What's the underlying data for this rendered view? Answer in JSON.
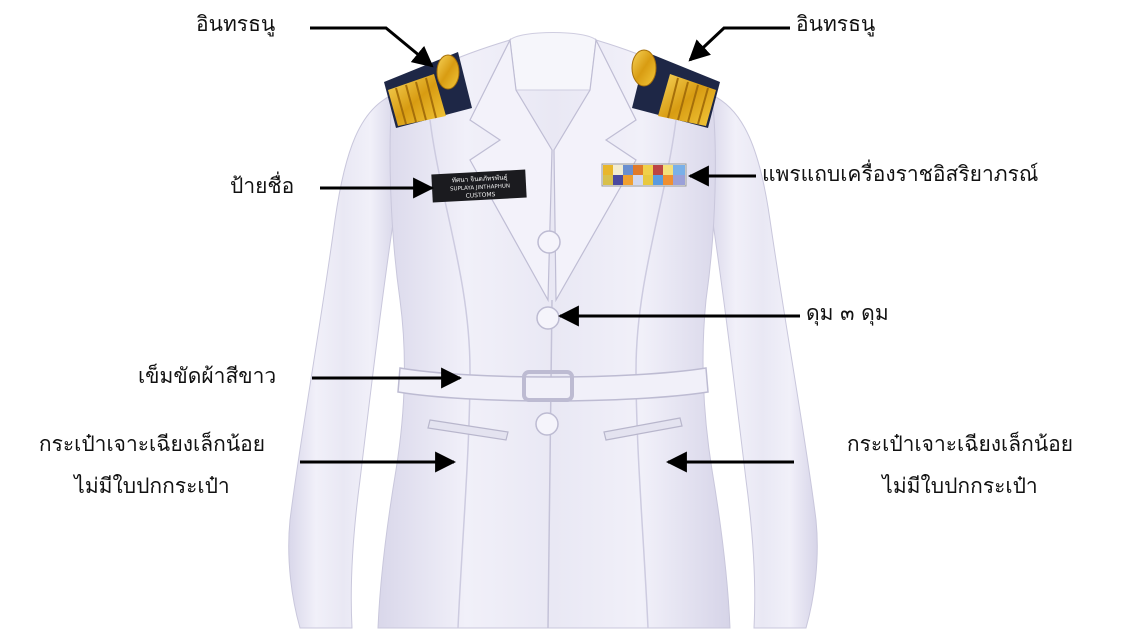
{
  "labels": {
    "epaulette_left": "อินทรธนู",
    "epaulette_right": "อินทรธนู",
    "name_tag": "ป้ายชื่อ",
    "ribbon_bar": "แพรแถบเครื่องราชอิสริยาภรณ์",
    "buttons": "ดุม ๓ ดุม",
    "belt": "เข็มขัดผ้าสีขาว",
    "pocket_left_line1": "กระเป๋าเจาะเฉียงเล็กน้อย",
    "pocket_left_line2": "ไม่มีใบปกกระเป๋า",
    "pocket_right_line1": "กระเป๋าเจาะเฉียงเล็กน้อย",
    "pocket_right_line2": "ไม่มีใบปกกระเป๋า"
  },
  "name_tag_text": {
    "line1": "ทัศนา จินตภัทรพันธุ์",
    "line2": "SUPLAYA JINTHAPHUN",
    "line3": "CUSTOMS"
  },
  "colors": {
    "jacket": "#ecebf6",
    "jacket_shadow": "#c9c7dc",
    "epaulette_dark": "#1e2746",
    "gold": "#e8b62a",
    "arrow": "#000000"
  }
}
